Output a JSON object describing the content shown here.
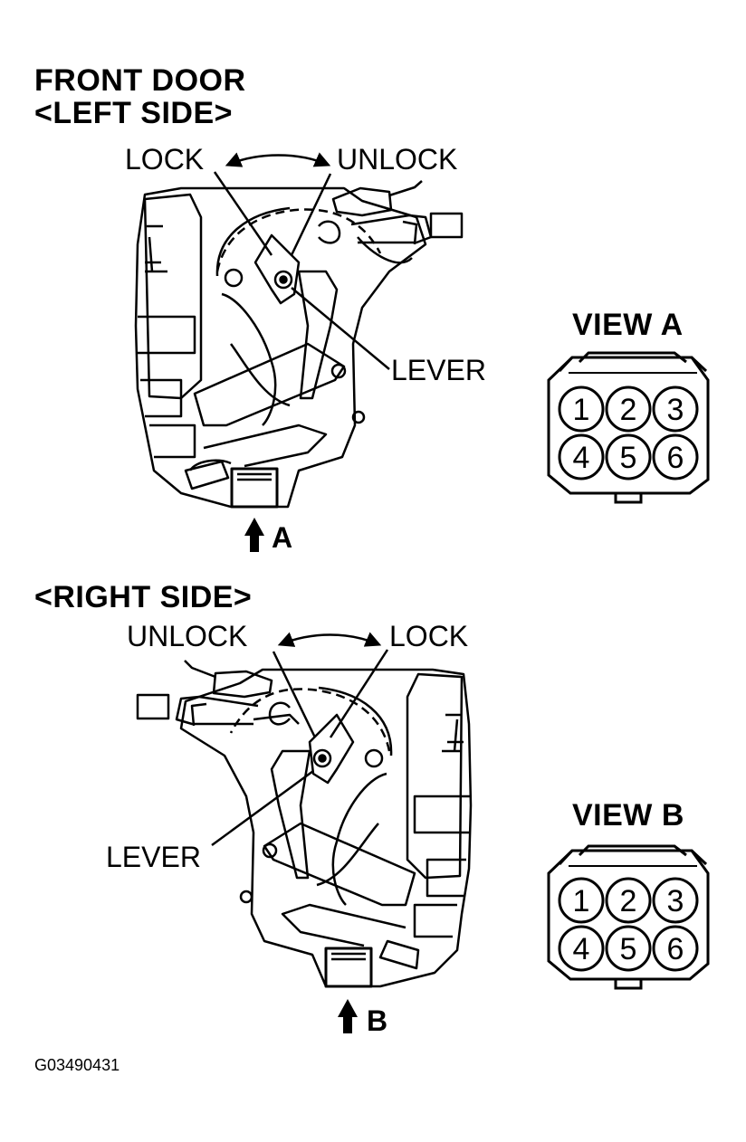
{
  "title": {
    "line1": "FRONT DOOR",
    "line2": "<LEFT SIDE>"
  },
  "left_side": {
    "lock_label": "LOCK",
    "unlock_label": "UNLOCK",
    "lever_label": "LEVER",
    "arrow_label": "A"
  },
  "right_side": {
    "heading": "<RIGHT SIDE>",
    "unlock_label": "UNLOCK",
    "lock_label": "LOCK",
    "lever_label": "LEVER",
    "arrow_label": "B"
  },
  "view_a": {
    "title": "VIEW A",
    "pins": [
      "1",
      "2",
      "3",
      "4",
      "5",
      "6"
    ]
  },
  "view_b": {
    "title": "VIEW B",
    "pins": [
      "1",
      "2",
      "3",
      "4",
      "5",
      "6"
    ]
  },
  "figure_code": "G03490431"
}
